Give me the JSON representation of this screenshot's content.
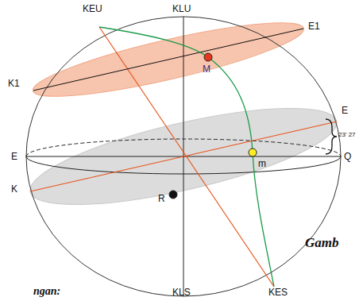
{
  "diagram": {
    "labels": [
      "KEU",
      "KLU",
      "E1",
      "K1",
      "M",
      "E",
      "23' 27",
      "E",
      "Q",
      "m",
      "K",
      "R",
      "KLS",
      "KES",
      "Gamb",
      "ngan:"
    ]
  }
}
